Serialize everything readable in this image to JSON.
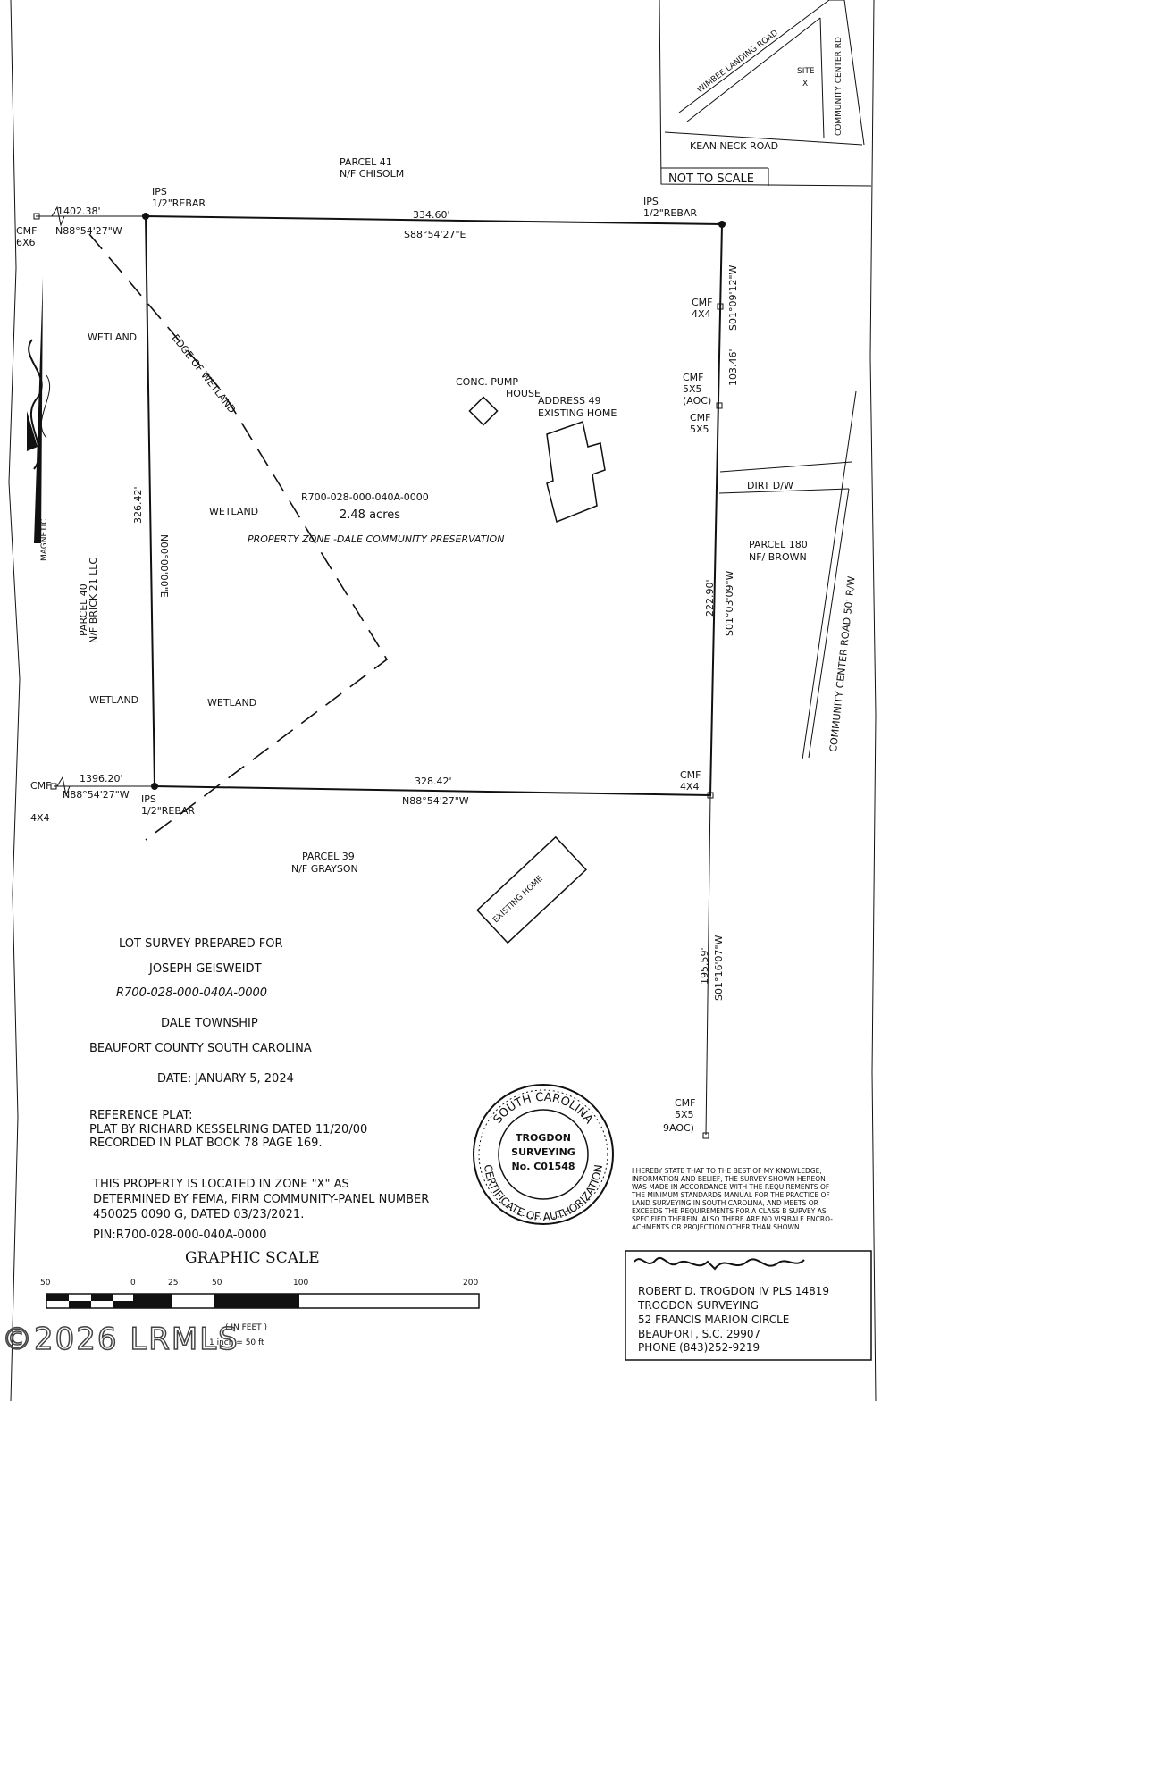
{
  "vicinity": {
    "road_wimbee": "WIMBEE LANDING ROAD",
    "road_community_center": "COMMUNITY CENTER RD",
    "site_label": "SITE",
    "site_mark": "X",
    "road_kean": "KEAN NECK ROAD",
    "not_to_scale": "NOT TO SCALE"
  },
  "parcels": {
    "north_name": "PARCEL 41",
    "north_owner": "N/F CHISOLM",
    "west_name": "PARCEL 40",
    "west_owner": "N/F BRICK 21 LLC",
    "east_name": "PARCEL 180",
    "east_owner": "NF/ BROWN",
    "south_name": "PARCEL 39",
    "south_owner": "N/F GRAYSON"
  },
  "monuments": {
    "nw_tie_dist": "1402.38'",
    "nw_tie_bearing": "N88°54'27\"W",
    "nw_cmf_a": "CMF",
    "nw_cmf_b": "6X6",
    "nw_ips_a": "IPS",
    "nw_ips_b": "1/2\"REBAR",
    "ne_ips_a": "IPS",
    "ne_ips_b": "1/2\"REBAR",
    "e_cmf1_a": "CMF",
    "e_cmf1_b": "4X4",
    "e_cmf2_a": "CMF",
    "e_cmf2_b": "5X5",
    "e_cmf2_c": "(AOC)",
    "e_cmf3_a": "CMF",
    "e_cmf3_b": "5X5",
    "se_cmf_a": "CMF",
    "se_cmf_b": "4X4",
    "sw_tie_dist": "1396.20'",
    "sw_tie_bearing": "N88°54'27\"W",
    "sw_cmf_a": "CMF",
    "sw_cmf_b": "4X4",
    "sw_ips_a": "IPS",
    "sw_ips_b": "1/2\"REBAR",
    "s_cmf_a": "CMF",
    "s_cmf_b": "5X5",
    "s_cmf_c": "9AOC)"
  },
  "bounds": {
    "north_dist": "334.60'",
    "north_bearing": "S88°54'27\"E",
    "east_top_bearing": "S01°09'12\"W",
    "east_top_dist": "103.46'",
    "east_mid_dist": "222.90'",
    "east_mid_bearing": "S01°03'09\"W",
    "south_dist": "328.42'",
    "south_bearing": "N88°54'27\"W",
    "west_dist": "326.42'",
    "west_bearing": "N00°00'00\"E",
    "east_low_dist": "195.59'",
    "east_low_bearing": "S01°16'07\"W"
  },
  "features": {
    "wetland_1": "WETLAND",
    "wetland_2": "WETLAND",
    "wetland_3": "WETLAND",
    "wetland_4": "WETLAND",
    "edge_of_wetland": "EDGE OF WETLAND",
    "pump_house_1": "CONC. PUMP",
    "pump_house_2": "HOUSE",
    "home_address": "ADDRESS 49",
    "home_existing": "EXISTING HOME",
    "south_home": "EXISTING HOME",
    "driveway": "DIRT D/W",
    "road_label": "COMMUNITY CENTER ROAD 50' R/W",
    "parcel_id": "R700-028-000-040A-0000",
    "acreage": "2.48 acres",
    "zone": "PROPERTY ZONE -DALE COMMUNITY PRESERVATION",
    "north_arrow_label": "MAGNETIC"
  },
  "title_block": {
    "line1": "LOT SURVEY PREPARED FOR",
    "client": "JOSEPH GEISWEIDT",
    "pin": "R700-028-000-040A-0000",
    "township": "DALE TOWNSHIP",
    "county": "BEAUFORT COUNTY   SOUTH CAROLINA",
    "date": "DATE: JANUARY 5, 2024"
  },
  "reference": {
    "heading": "REFERENCE PLAT:",
    "line1": "PLAT BY RICHARD KESSELRING DATED 11/20/00",
    "line2": "RECORDED IN PLAT BOOK 78 PAGE 169."
  },
  "flood": {
    "line1": "THIS PROPERTY IS LOCATED IN ZONE \"X\" AS",
    "line2": "DETERMINED BY FEMA, FIRM COMMUNITY-PANEL NUMBER",
    "line3": "450025 0090 G, DATED 03/23/2021.",
    "pin_line": "PIN:R700-028-000-040A-0000"
  },
  "scale": {
    "title": "GRAPHIC SCALE",
    "tick_50l": "50",
    "tick_0": "0",
    "tick_25": "25",
    "tick_50": "50",
    "tick_100": "100",
    "tick_200": "200",
    "units": "( IN FEET )",
    "ratio": "1 inch = 50  ft"
  },
  "seal": {
    "state": "SOUTH CAROLINA",
    "cert": "CERTIFICATE OF AUTHORIZATION",
    "firm": "TROGDON",
    "firm2": "SURVEYING",
    "number": "No. C01548"
  },
  "certification": {
    "l1": "I HEREBY STATE THAT TO THE BEST OF MY KNOWLEDGE,",
    "l2": "INFORMATION AND BELIEF, THE SURVEY SHOWN HEREON",
    "l3": "WAS MADE IN ACCORDANCE WITH THE REQUIREMENTS OF",
    "l4": "THE MINIMUM STANDARDS MANUAL FOR THE PRACTICE OF",
    "l5": "LAND SURVEYING IN SOUTH CAROLINA, AND MEETS OR",
    "l6": "EXCEEDS THE REQUIREMENTS FOR A CLASS B SURVEY AS",
    "l7": "SPECIFIED THEREIN. ALSO THERE ARE NO VISIBALE ENCRO-",
    "l8": "ACHMENTS OR PROJECTION OTHER THAN SHOWN."
  },
  "surveyor": {
    "name": "ROBERT D. TROGDON IV PLS 14819",
    "company": "TROGDON SURVEYING",
    "address": "52 FRANCIS MARION CIRCLE",
    "city": "BEAUFORT, S.C. 29907",
    "phone": "PHONE (843)252-9219"
  },
  "watermark": "©2026 LRMLS"
}
